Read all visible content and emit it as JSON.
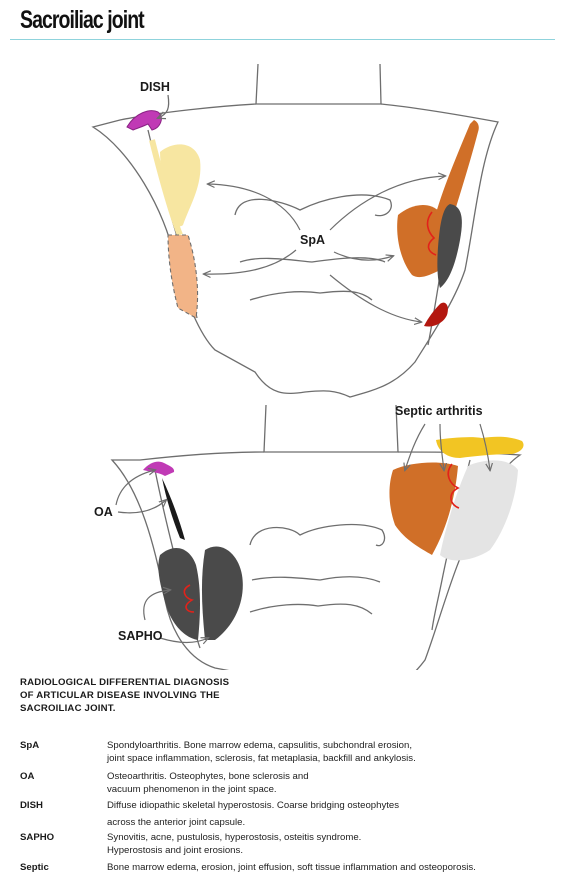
{
  "header": {
    "title": "Sacroiliac joint"
  },
  "diagram": {
    "top_labels": {
      "dish": "DISH",
      "spa": "SpA"
    },
    "bottom_labels": {
      "septic": "Septic arthritis",
      "oa": "OA",
      "sapho": "SAPHO"
    },
    "colors": {
      "outline": "#6e6e6e",
      "dish_magenta": "#c03ab5",
      "pale_yellow": "#f7e6a1",
      "light_orange": "#f2b487",
      "orange": "#d06f28",
      "red_line": "#e2221a",
      "dark_red": "#b3170f",
      "dark_gray": "#4a4a4a",
      "yellow": "#f2c523",
      "light_gray": "#e4e4e4"
    }
  },
  "caption": "RADIOLOGICAL DIFFERENTIAL DIAGNOSIS OF ARTICULAR DISEASE INVOLVING THE SACROILIAC JOINT.",
  "legend": [
    {
      "abbr": "SpA",
      "line1": "Spondyloarthritis. Bone marrow edema, capsulitis, subchondral erosion,",
      "line2": "joint space inflammation, sclerosis, fat metaplasia, backfill and ankylosis."
    },
    {
      "abbr": "OA",
      "line1": "Osteoarthritis. Osteophytes, bone sclerosis and",
      "line2": "vacuum phenomenon in the joint space."
    },
    {
      "abbr": "DISH",
      "line1": "Diffuse idiopathic skeletal hyperostosis. Coarse bridging osteophytes",
      "line2": "across the anterior joint capsule."
    },
    {
      "abbr": "SAPHO",
      "line1": "Synovitis, acne, pustulosis, hyperostosis, osteitis syndrome.",
      "line2": "Hyperostosis and joint erosions."
    },
    {
      "abbr": "Septic",
      "line1": "Bone marrow edema, erosion, joint effusion, soft tissue inflammation and osteoporosis.",
      "line2": ""
    }
  ]
}
